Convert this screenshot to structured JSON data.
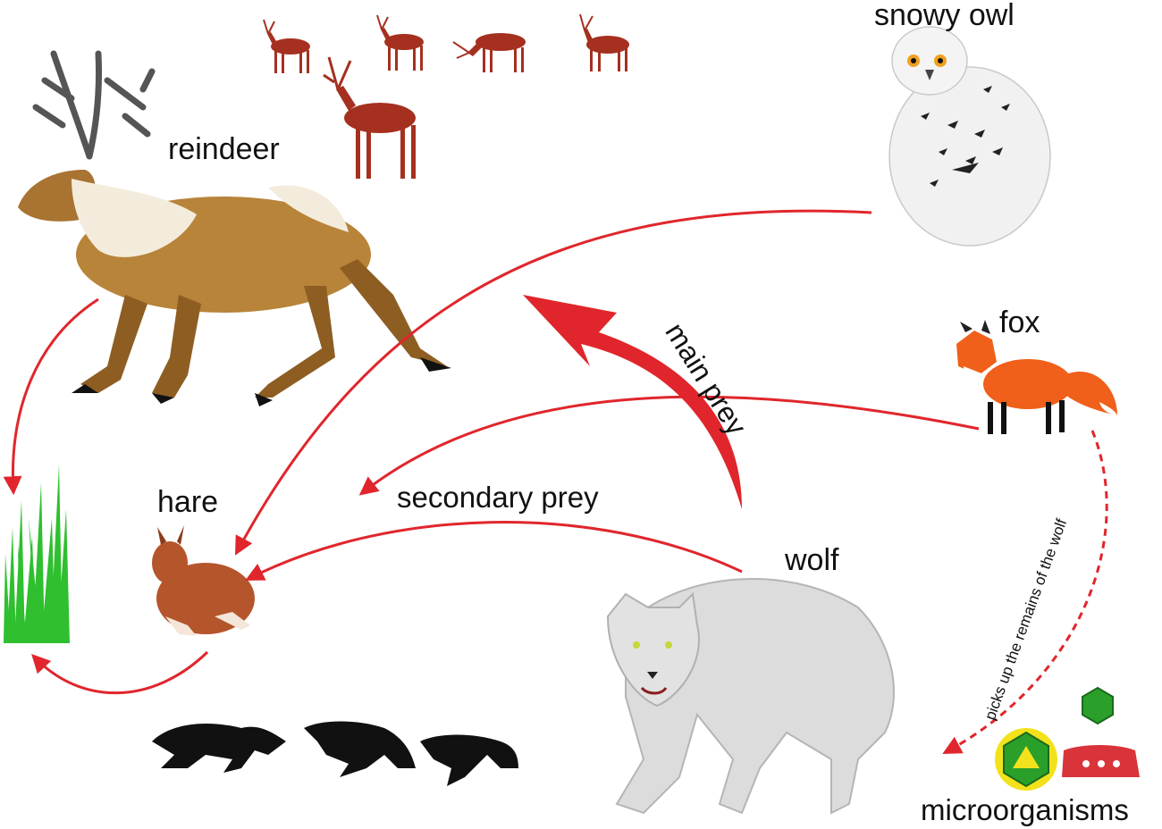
{
  "labels": {
    "reindeer": "reindeer",
    "snowy_owl": "snowy owl",
    "fox": "fox",
    "hare": "hare",
    "wolf": "wolf",
    "microorganisms": "microorganisms"
  },
  "edges": {
    "main_prey": "main prey",
    "secondary_prey": "secondary prey",
    "picks_up": "picks up the remains of the wolf"
  },
  "colors": {
    "arrow": "#e0262c",
    "reindeer_body": "#b8843a",
    "reindeer_silhouette": "#a5301f",
    "hare": "#b5552c",
    "fox": "#f0601a",
    "wolf": "#dcdcdc",
    "wolf_silhouette": "#111111",
    "owl": "#f1f1f1",
    "grass": "#2fbf2f",
    "microbe_yellow": "#f2e21c",
    "microbe_green": "#2aa02a",
    "microbe_red": "#d9343a"
  }
}
